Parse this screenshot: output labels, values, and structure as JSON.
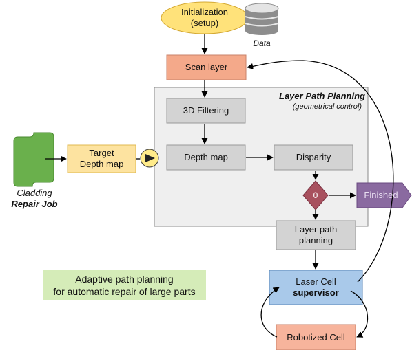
{
  "nodes": {
    "initialization": {
      "line1": "Initialization",
      "line2": "(setup)"
    },
    "data": {
      "label": "Data"
    },
    "scan_layer": {
      "label": "Scan layer"
    },
    "planning_group": {
      "title": "Layer Path Planning",
      "subtitle": "(geometrical control)"
    },
    "filtering_3d": {
      "label": "3D Filtering"
    },
    "target_depth_map": {
      "line1": "Target",
      "line2": "Depth map"
    },
    "depth_map": {
      "label": "Depth map"
    },
    "disparity": {
      "label": "Disparity"
    },
    "decision": {
      "label": "0"
    },
    "finished": {
      "label": "Finished"
    },
    "layer_path_planning": {
      "line1": "Layer path",
      "line2": "planning"
    },
    "cladding_job": {
      "line1": "Cladding",
      "line2": "Repair Job"
    },
    "laser_cell": {
      "line1": "Laser Cell",
      "line2": "supervisor"
    },
    "robotized_cell": {
      "label": "Robotized Cell"
    },
    "caption": {
      "line1": "Adaptive path planning",
      "line2": "for automatic repair of large parts"
    }
  },
  "colors": {
    "ellipse_fill": "#ffe27a",
    "scan_fill": "#f4a98a",
    "gray_fill": "#d3d3d3",
    "group_fill": "#efefef",
    "target_fill": "#fde3a0",
    "diamond_fill": "#a8505e",
    "finished_fill": "#8a6aa0",
    "laser_fill": "#a9c9ea",
    "robot_fill": "#f7b49c",
    "caption_fill": "#d5ecb8",
    "cladding_green": "#6ab04c"
  }
}
